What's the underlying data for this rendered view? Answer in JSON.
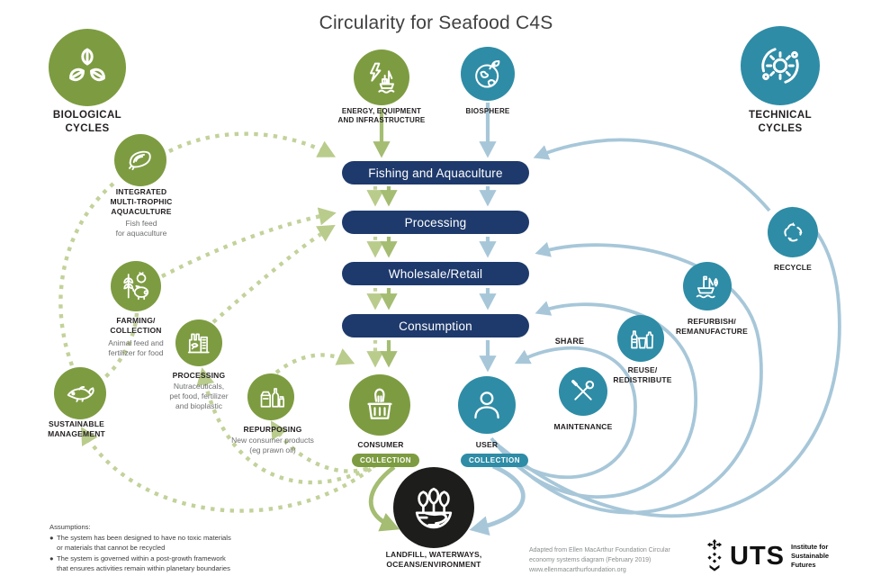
{
  "title": "Circularity for Seafood C4S",
  "hubs": {
    "biological": {
      "label": "BIOLOGICAL\nCYCLES"
    },
    "technical": {
      "label": "TECHNICAL\nCYCLES"
    }
  },
  "top": {
    "energy": {
      "label": "ENERGY, EQUIPMENT\nAND INFRASTRUCTURE"
    },
    "biosphere": {
      "label": "BIOSPHERE"
    }
  },
  "stages": [
    {
      "label": "Fishing and Aquaculture"
    },
    {
      "label": "Processing"
    },
    {
      "label": "Wholesale/Retail"
    },
    {
      "label": "Consumption"
    }
  ],
  "bio_nodes": {
    "imta": {
      "label": "INTEGRATED\nMULTI-TROPHIC\nAQUACULTURE",
      "sub": "Fish feed\nfor aquaculture"
    },
    "farming": {
      "label": "FARMING/\nCOLLECTION",
      "sub": "Animal feed and\nfertilizer for food"
    },
    "processing": {
      "label": "PROCESSING",
      "sub": "Nutraceuticals,\npet food, fertilizer\nand bioplastic"
    },
    "sustainable": {
      "label": "SUSTAINABLE\nMANAGEMENT"
    },
    "repurposing": {
      "label": "REPURPOSING",
      "sub": "New consumer products\n(eg prawn oil)"
    },
    "consumer": {
      "label": "CONSUMER",
      "badge": "COLLECTION"
    }
  },
  "tech_nodes": {
    "recycle": {
      "label": "RECYCLE"
    },
    "refurbish": {
      "label": "REFURBISH/\nREMANUFACTURE"
    },
    "reuse": {
      "label": "REUSE/\nREDISTRIBUTE"
    },
    "maintenance": {
      "label": "MAINTENANCE"
    },
    "share": {
      "label": "SHARE"
    },
    "user": {
      "label": "USER",
      "badge": "COLLECTION"
    }
  },
  "landfill": {
    "label": "LANDFILL, WATERWAYS,\nOCEANS/ENVIRONMENT"
  },
  "assumptions": {
    "heading": "Assumptions:",
    "items": [
      "The system has been designed to have no toxic materials\nor materials that cannot be recycled",
      "The system is governed within a post-growth framework\nthat ensures activities remain within planetary boundaries"
    ]
  },
  "attribution": "Adapted from Ellen MacArthur Foundation Circular\neconomy systems diagram (February 2019)\nwww.ellenmacarthurfoundation.org",
  "logo": {
    "uts": "UTS",
    "institute": "Institute for\nSustainable\nFutures"
  },
  "colors": {
    "green": "#7d9c41",
    "teal": "#2e8ca6",
    "navy": "#1e3a6c",
    "light_green_dash": "#c2d29a",
    "green_arrow": "#a4bd72",
    "light_blue": "#a7c7d9",
    "black_circle": "#1d1d1b"
  }
}
